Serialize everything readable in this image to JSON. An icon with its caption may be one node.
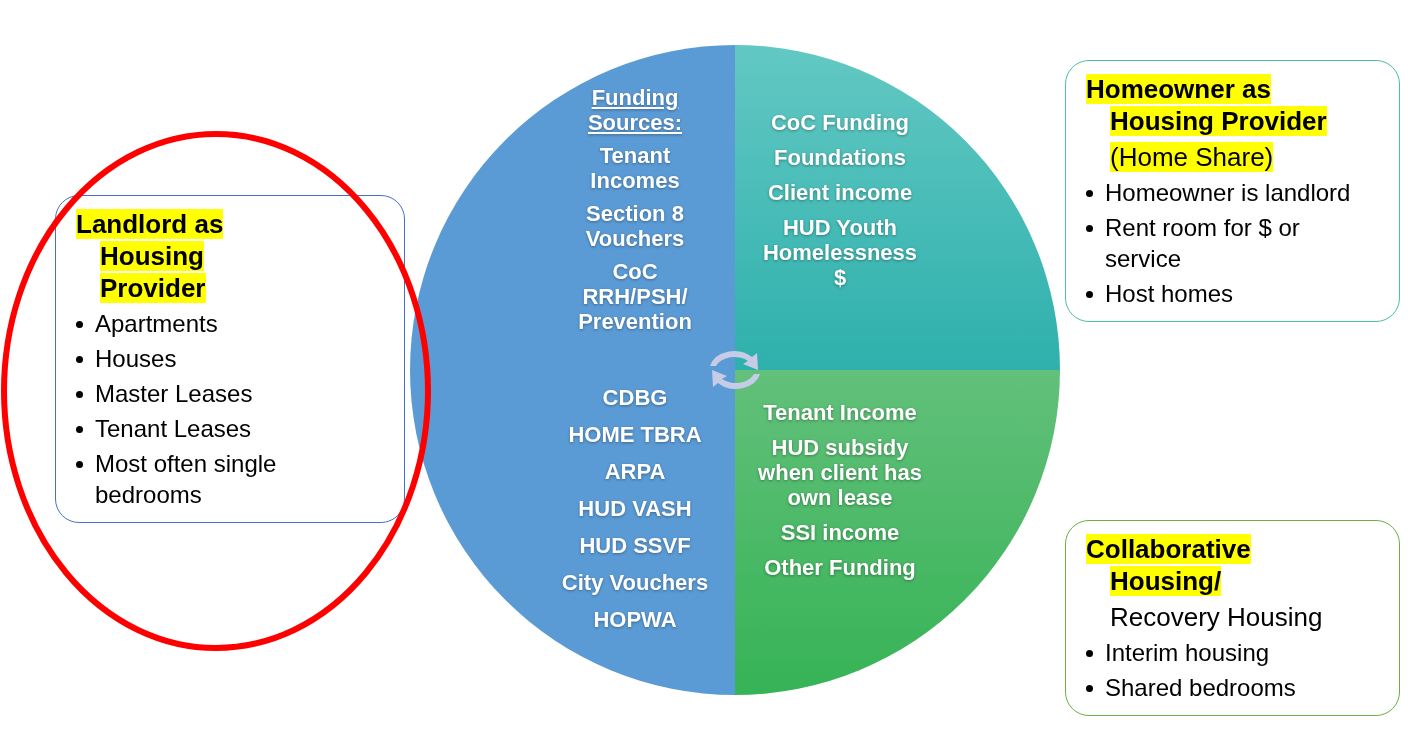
{
  "diagram": {
    "nodes": [
      {
        "text": [
          "Landlord as Housing Provider",
          "Apartments",
          "Houses",
          "Master Leases",
          "Tenant Leases",
          "Most often single bedrooms"
        ]
      },
      {
        "text": [
          "Funding Sources:",
          "Tenant Incomes",
          "Section 8 Vouchers",
          "CoC RRH/PSH/ Prevention"
        ]
      },
      {
        "text": [
          "CDBG",
          "HOME TBRA",
          "ARPA",
          "HUD VASH",
          "HUD SSVF",
          "City Vouchers",
          "HOPWA"
        ]
      },
      {
        "text": [
          "CoC Funding",
          "Foundations",
          "Client income",
          "HUD Youth Homelessness $"
        ]
      },
      {
        "text": [
          "Tenant Income",
          "HUD subsidy when client has own lease",
          "SSI income",
          "Other Funding"
        ]
      },
      {
        "text": [
          "Homeowner as Housing Provider",
          "(Home Share)",
          "Homeowner is landlord",
          "Rent room for $ or service",
          "Host homes"
        ]
      },
      {
        "text": [
          "Collaborative Housing/",
          "Recovery Housing",
          "Interim housing",
          "Shared bedrooms"
        ]
      }
    ]
  }
}
